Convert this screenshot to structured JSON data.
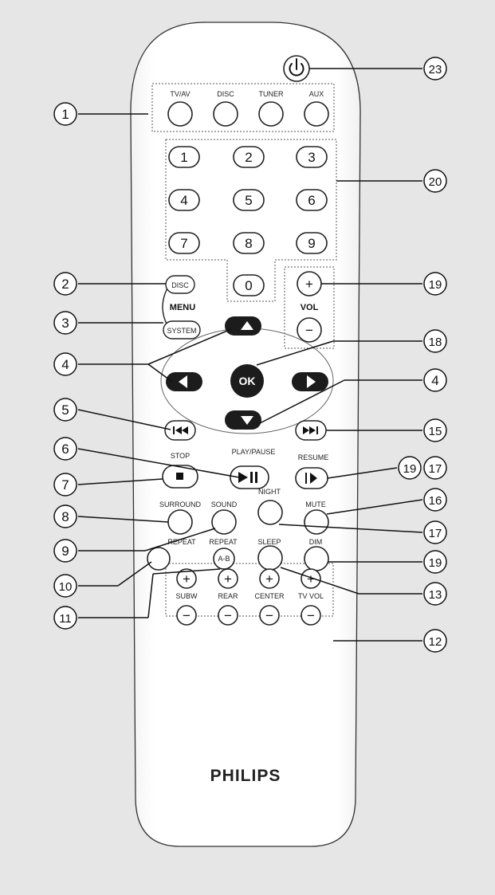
{
  "brand": "PHILIPS",
  "source_buttons": [
    "TV/AV",
    "DISC",
    "TUNER",
    "AUX"
  ],
  "digits": [
    "1",
    "2",
    "3",
    "4",
    "5",
    "6",
    "7",
    "8",
    "9",
    "0"
  ],
  "menu": {
    "disc": "DISC",
    "menu": "MENU",
    "system": "SYSTEM"
  },
  "vol": {
    "label": "VOL",
    "plus": "+",
    "minus": "−"
  },
  "nav": {
    "ok": "OK",
    "up": "▲",
    "down": "▼",
    "left": "◀",
    "right": "▶"
  },
  "transport": {
    "prev": "⏮",
    "next": "⏭",
    "play_pause_label": "PLAY/PAUSE",
    "play_pause": "▶II",
    "stop_label": "STOP",
    "stop": "■",
    "resume_label": "RESUME",
    "resume": "I▶"
  },
  "function_buttons": {
    "surround": "SURROUND",
    "sound": "SOUND",
    "night": "NIGHT",
    "mute": "MUTE",
    "repeat": "REPEAT",
    "repeat_ab": "REPEAT",
    "ab": "A-B",
    "sleep": "SLEEP",
    "dim": "DIM"
  },
  "level_buttons": {
    "labels": [
      "SUBW",
      "REAR",
      "CENTER",
      "TV VOL"
    ],
    "plus": "+",
    "minus": "−"
  },
  "callouts": {
    "c1": "1",
    "c2": "2",
    "c3": "3",
    "c4a": "4",
    "c4b": "4",
    "c5": "5",
    "c6": "6",
    "c7": "7",
    "c8": "8",
    "c9": "9",
    "c10": "10",
    "c11": "11",
    "c12": "12",
    "c13": "13",
    "c15": "15",
    "c16": "16",
    "c17a": "17",
    "c17b": "17",
    "c18": "18",
    "c19a": "19",
    "c19b": "19",
    "c20": "20",
    "c23": "23"
  },
  "colors": {
    "background": "#e6e6e6",
    "body": "#ffffff",
    "dark_button": "#1c1c1c",
    "outline": "#222222"
  },
  "icons": {
    "power": "power-icon"
  }
}
